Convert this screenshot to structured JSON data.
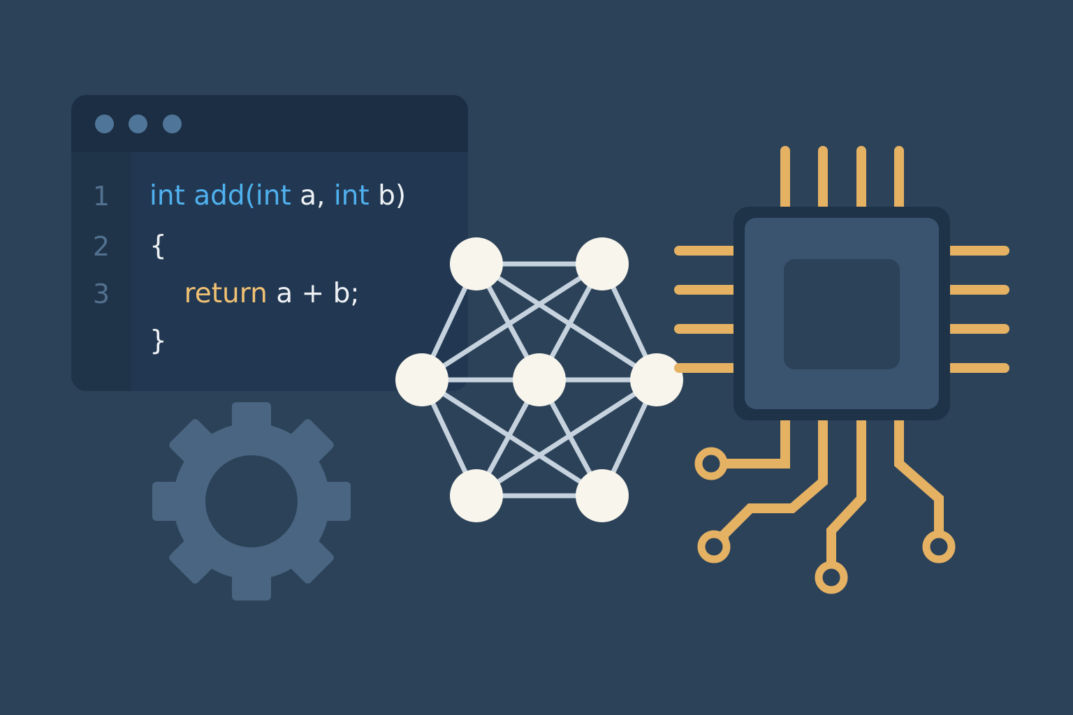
{
  "editor": {
    "window_controls": [
      "dot",
      "dot",
      "dot"
    ],
    "line_numbers": [
      "1",
      "2",
      "3"
    ],
    "code": {
      "line1": {
        "kw1": "int",
        "fn": " add(",
        "kw2": "int",
        "a": " a, ",
        "kw3": "int",
        "b": " b)"
      },
      "line2": "{",
      "line3": {
        "indent": "    ",
        "ret": "return",
        "expr": " a + b;"
      },
      "line4": "}"
    }
  },
  "icons": {
    "gear": "gear-icon",
    "network": "neural-network-icon",
    "chip": "cpu-chip-icon"
  },
  "colors": {
    "background": "#2c4259",
    "editor_bg": "#223852",
    "titlebar_bg": "#1c2e44",
    "keyword": "#4fb1ee",
    "return_keyword": "#f0c173",
    "node_fill": "#f8f5ec",
    "edge": "#c6d3df",
    "chip_body": "#3a536f",
    "chip_pin": "#e5b264",
    "gear": "#4a6581"
  }
}
